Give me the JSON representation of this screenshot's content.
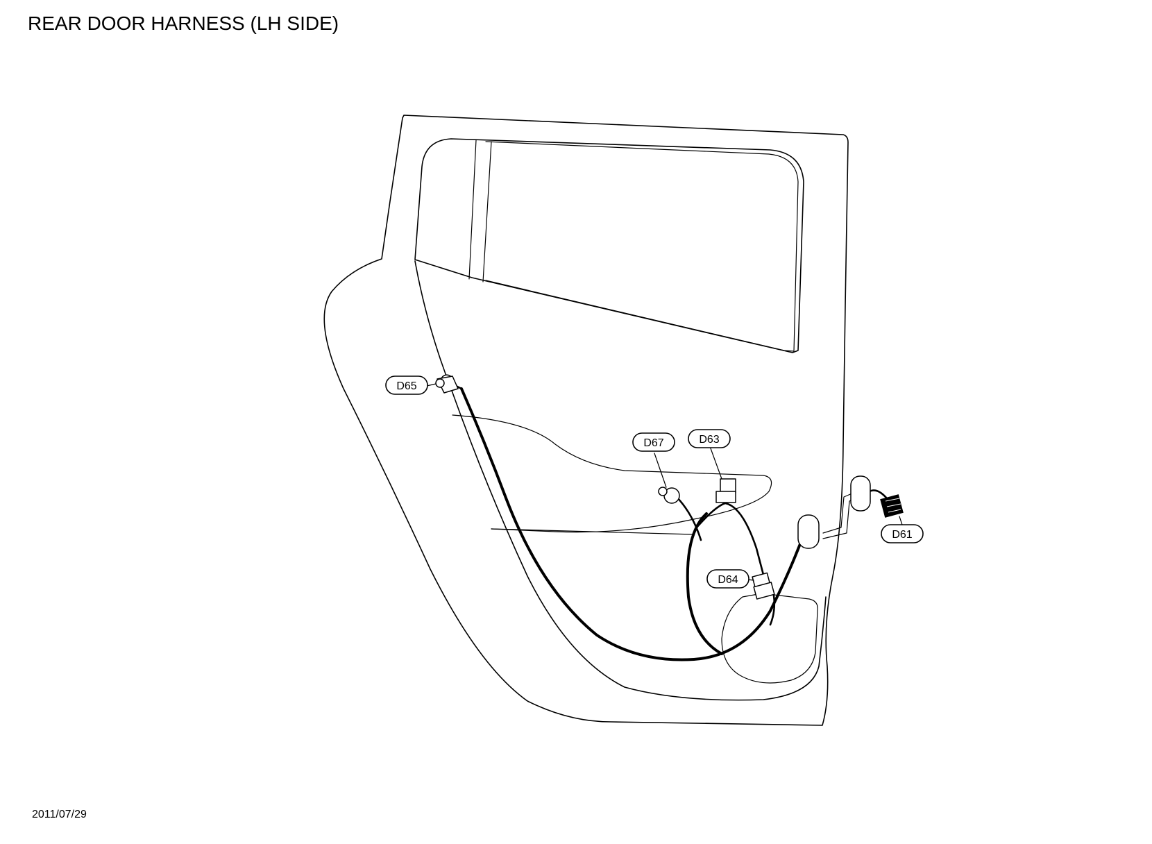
{
  "title": "REAR DOOR HARNESS (LH SIDE)",
  "date": "2011/07/29",
  "connectors": {
    "d65": "D65",
    "d67": "D67",
    "d63": "D63",
    "d64": "D64",
    "d61": "D61"
  }
}
